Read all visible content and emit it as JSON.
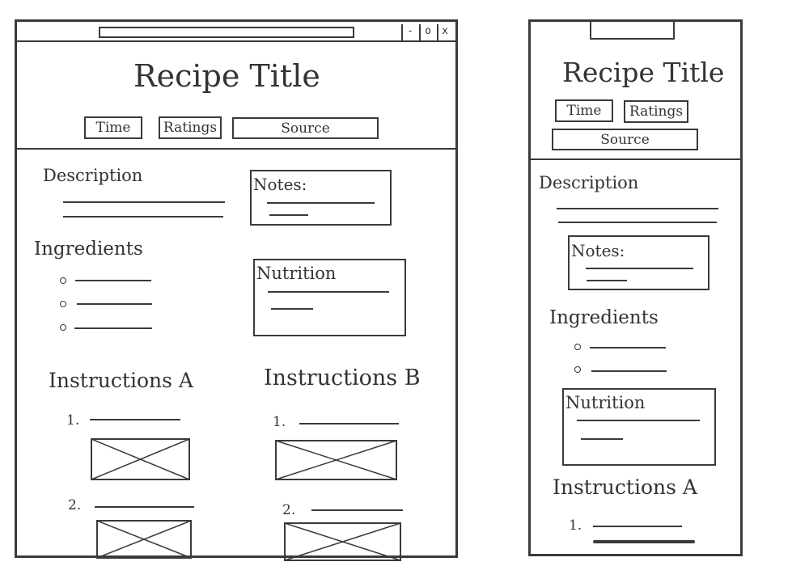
{
  "desktop": {
    "title": "Recipe Title",
    "window_controls": [
      "-",
      "o",
      "x"
    ],
    "chips": [
      "Time",
      "Ratings",
      "Source"
    ],
    "sections": {
      "description": "Description",
      "notes": "Notes:",
      "ingredients": "Ingredients",
      "nutrition": "Nutrition",
      "instructions_a": "Instructions A",
      "instructions_b": "Instructions B"
    },
    "steps": [
      "1.",
      "2."
    ]
  },
  "mobile": {
    "title": "Recipe Title",
    "chips": [
      "Time",
      "Ratings",
      "Source"
    ],
    "sections": {
      "description": "Description",
      "notes": "Notes:",
      "ingredients": "Ingredients",
      "nutrition": "Nutrition",
      "instructions_a": "Instructions A"
    },
    "steps": [
      "1."
    ]
  }
}
